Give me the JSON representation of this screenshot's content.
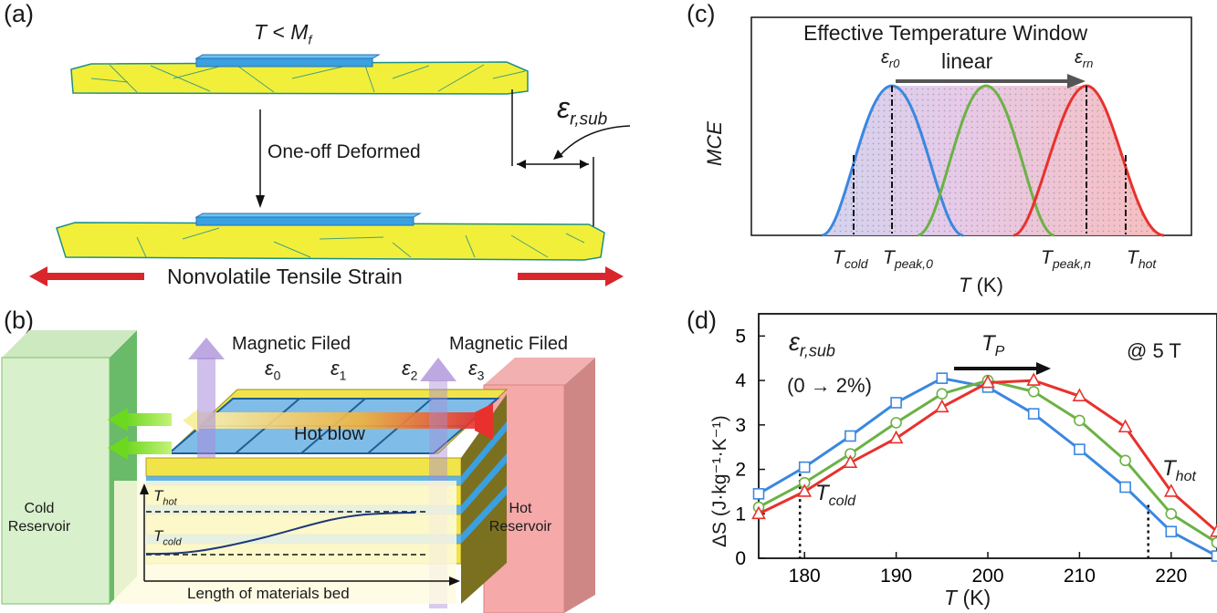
{
  "panel_a": {
    "label": "(a)",
    "condition_prefix": "T",
    "condition_op": " < ",
    "condition_var": "M",
    "condition_sub": "f",
    "arrow_label": "One-off Deformed",
    "strain_symbol": "ε",
    "strain_sub": "r,sub",
    "bottom_label": "Nonvolatile Tensile Strain",
    "colors": {
      "substrate": "#f2ef3a",
      "film": "#3aa0e0",
      "arrow": "#d8262c"
    }
  },
  "panel_b": {
    "label": "(b)",
    "field_label_left": "Magnetic Filed",
    "field_label_right": "Magnetic Filed",
    "strain_labels": [
      {
        "sym": "ε",
        "sub": "0"
      },
      {
        "sym": "ε",
        "sub": "1"
      },
      {
        "sym": "ε",
        "sub": "2"
      },
      {
        "sym": "ε",
        "sub": "3"
      }
    ],
    "hot_blow": "Hot blow",
    "cold_reservoir": [
      "Cold",
      "Reservoir"
    ],
    "hot_reservoir": [
      "Hot",
      "Reservoir"
    ],
    "t_hot": {
      "sym": "T",
      "sub": "hot"
    },
    "t_cold": {
      "sym": "T",
      "sub": "cold"
    },
    "bed_label": "Length of materials bed"
  },
  "panel_c": {
    "label": "(c)",
    "title": "Effective Temperature Window",
    "linear": "linear",
    "eps_r0": {
      "sym": "ε",
      "sub": "r0"
    },
    "eps_rn": {
      "sym": "ε",
      "sub": "rn"
    },
    "ylabel": "MCE",
    "xlabel_sym": "T",
    "xlabel_unit": " (K)",
    "ticks": [
      {
        "sym": "T",
        "sub": "cold"
      },
      {
        "sym": "T",
        "sub": "peak,0"
      },
      {
        "sym": "T",
        "sub": "peak,n"
      },
      {
        "sym": "T",
        "sub": "hot"
      }
    ],
    "colors": {
      "blue": "#3a87e0",
      "green": "#6bb245",
      "red": "#e8312c"
    }
  },
  "chart_data": {
    "type": "line",
    "panel_label": "(d)",
    "xlabel": "T (K)",
    "ylabel": "ΔS (J·kg⁻¹·K⁻¹)",
    "xlim": [
      175,
      225
    ],
    "ylim": [
      0,
      5.5
    ],
    "xticks": [
      180,
      190,
      200,
      210,
      220
    ],
    "yticks": [
      0,
      1,
      2,
      3,
      4,
      5
    ],
    "annotations": {
      "strain": "ε",
      "strain_sub": "r,sub",
      "strain_range": "(0 → 2%)",
      "tp": "T",
      "tp_sub": "P",
      "field": "@ 5 T",
      "t_cold": "T",
      "t_cold_sub": "cold",
      "t_hot": "T",
      "t_hot_sub": "hot",
      "t_cold_x": 179.5,
      "t_hot_x": 217.5
    },
    "series": [
      {
        "color": "#3a87e0",
        "marker": "square",
        "x": [
          175,
          180,
          185,
          190,
          195,
          200,
          205,
          210,
          215,
          220,
          225
        ],
        "y": [
          1.45,
          2.05,
          2.75,
          3.5,
          4.05,
          3.85,
          3.25,
          2.45,
          1.6,
          0.6,
          0.05
        ]
      },
      {
        "color": "#6bb245",
        "marker": "circle",
        "x": [
          175,
          180,
          185,
          190,
          195,
          200,
          205,
          210,
          215,
          220,
          225
        ],
        "y": [
          1.15,
          1.7,
          2.35,
          3.05,
          3.7,
          4.0,
          3.75,
          3.1,
          2.2,
          1.0,
          0.35
        ]
      },
      {
        "color": "#e8312c",
        "marker": "triangle",
        "x": [
          175,
          180,
          185,
          190,
          195,
          200,
          205,
          210,
          215,
          220,
          225
        ],
        "y": [
          1.0,
          1.5,
          2.15,
          2.7,
          3.4,
          3.95,
          4.0,
          3.65,
          2.95,
          1.5,
          0.6
        ]
      }
    ]
  }
}
